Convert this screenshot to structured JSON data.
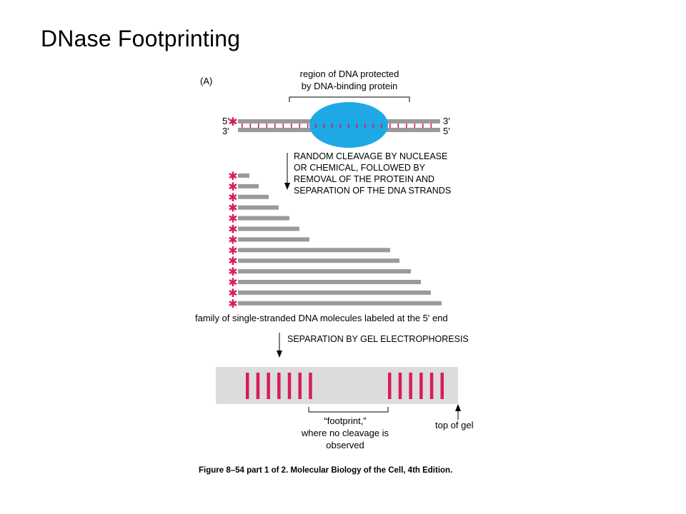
{
  "slide": {
    "title": "DNase Footprinting"
  },
  "panel": {
    "label": "(A)"
  },
  "labels": {
    "protected_region": [
      "region of DNA protected",
      "by DNA-binding protein"
    ],
    "prime5": "5′",
    "prime3": "3′",
    "step1": [
      "RANDOM CLEAVAGE BY NUCLEASE",
      "OR CHEMICAL, FOLLOWED BY",
      "REMOVAL OF THE PROTEIN AND",
      "SEPARATION OF THE DNA STRANDS"
    ],
    "family": "family of single-stranded DNA molecules labeled at the 5′ end",
    "step2": "SEPARATION BY GEL ELECTROPHORESIS",
    "footprint": [
      "“footprint,”",
      "where no cleavage is",
      "observed"
    ],
    "top_of_gel": "top of gel",
    "caption": "Figure 8–54 part 1 of 2. Molecular Biology of the Cell, 4th Edition."
  },
  "fragments": {
    "lengths_left": [
      16,
      29,
      43,
      57,
      72,
      86,
      100,
      213,
      226,
      242,
      256,
      270,
      285
    ],
    "star": "✱"
  },
  "gel": {
    "bands_left_group": 7,
    "bands_right_group": 6
  },
  "colors": {
    "strand": "#9a9a9a",
    "label_star": "#d81b5e",
    "protein": "#1ea8e6",
    "gel_bg": "#dcdcdc",
    "band": "#d81b5e"
  }
}
